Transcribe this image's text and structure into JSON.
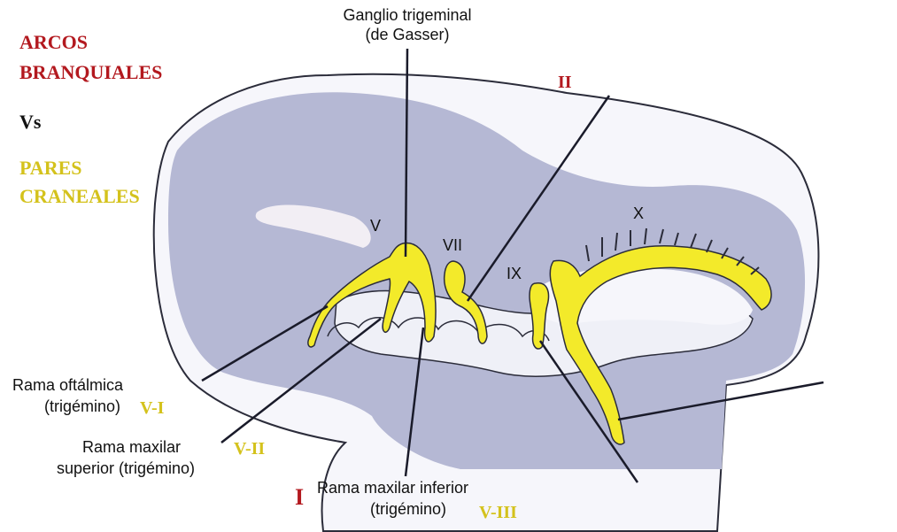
{
  "title": {
    "line1": "ARCOS",
    "line2": "BRANQUIALES",
    "vs": "Vs",
    "line3": "PARES",
    "line4": "CRANEALES"
  },
  "labels": {
    "ganglio_line1": "Ganglio trigeminal",
    "ganglio_line2": "(de Gasser)",
    "nerve_v": "V",
    "nerve_vii": "VII",
    "nerve_ix": "IX",
    "nerve_x": "X",
    "oftalmica_line1": "Rama oftálmica",
    "oftalmica_line2": "(trigémino)",
    "oftalmica_code": "V-I",
    "maxsup_line1": "Rama maxilar",
    "maxsup_line2": "superior (trigémino)",
    "maxsup_code": "V-II",
    "maxinf_line1": "Rama maxilar inferior",
    "maxinf_line2": "(trigémino)",
    "maxinf_code": "V-III",
    "arch_numeral": "I",
    "top_mark": "II"
  },
  "colors": {
    "red": "#b3191f",
    "yellow": "#d4c21c",
    "nerve_fill": "#f3ea2a",
    "tissue": "#b5b8d4",
    "outline": "#2b2c3a"
  }
}
